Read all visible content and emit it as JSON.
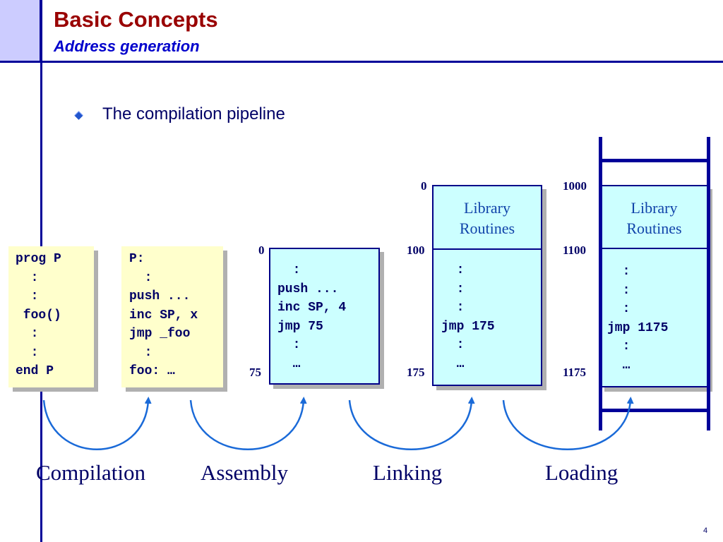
{
  "slide": {
    "title": "Basic Concepts",
    "subtitle": "Address generation",
    "bullet": "The compilation pipeline",
    "page_number": "4"
  },
  "source_box": {
    "lines": [
      "prog P",
      "  :",
      "  :",
      " foo()",
      "  :",
      "  :",
      "end P"
    ]
  },
  "assembly_box": {
    "lines": [
      "P:",
      "  :",
      "push ...",
      "inc SP, x",
      "jmp _foo",
      "  :",
      "foo: …"
    ]
  },
  "object_box": {
    "start_label": "0",
    "end_label": "75",
    "lines": [
      "  :",
      "push ...",
      "inc SP, 4",
      "jmp 75",
      "  :",
      "  …"
    ]
  },
  "linked_box": {
    "library_text": [
      "Library",
      "Routines"
    ],
    "labels": [
      "0",
      "100",
      "175"
    ],
    "lines": [
      "  :",
      "  :",
      "  :",
      "jmp 175",
      "  :",
      "  …"
    ]
  },
  "loaded_box": {
    "library_text": [
      "Library",
      "Routines"
    ],
    "labels": [
      "1000",
      "1100",
      "1175"
    ],
    "lines": [
      "  :",
      "  :",
      "  :",
      "jmp 1175",
      "  :",
      "  …"
    ]
  },
  "stages": [
    "Compilation",
    "Assembly",
    "Linking",
    "Loading"
  ],
  "colors": {
    "title": "#990000",
    "subtitle": "#0000cc",
    "frame": "#000099",
    "arrow": "#1a6ad8",
    "yellow_fill": "#ffffcc",
    "cyan_fill": "#ccffff"
  }
}
